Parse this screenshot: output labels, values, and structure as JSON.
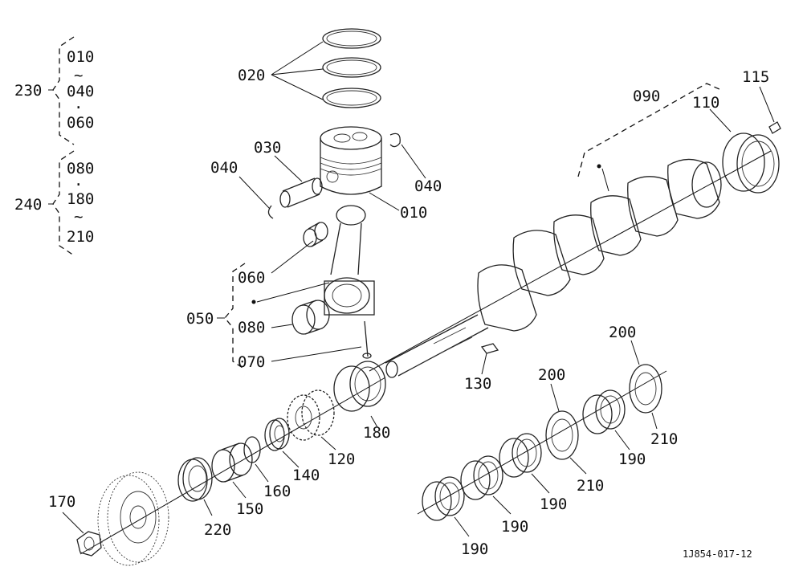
{
  "labels": {
    "p010": "010",
    "p020": "020",
    "p030": "030",
    "p040a": "040",
    "p040b": "040",
    "p050": "050",
    "p060": "060",
    "p070": "070",
    "p080": "080",
    "p090": "090",
    "p110": "110",
    "p115": "115",
    "p120": "120",
    "p130": "130",
    "p140": "140",
    "p150": "150",
    "p160": "160",
    "p170": "170",
    "p180": "180",
    "p190a": "190",
    "p190b": "190",
    "p190c": "190",
    "p190d": "190",
    "p200a": "200",
    "p200b": "200",
    "p210a": "210",
    "p210b": "210",
    "p220": "220"
  },
  "legend": {
    "g230": {
      "id": "230",
      "l1": "010",
      "s1": "~",
      "l2": "040",
      "s2": "·",
      "l3": "060"
    },
    "g240": {
      "id": "240",
      "l1": "080",
      "s1": "·",
      "l2": "180",
      "s2": "~",
      "l3": "210"
    }
  },
  "drawing_code": "1J854-017-12"
}
